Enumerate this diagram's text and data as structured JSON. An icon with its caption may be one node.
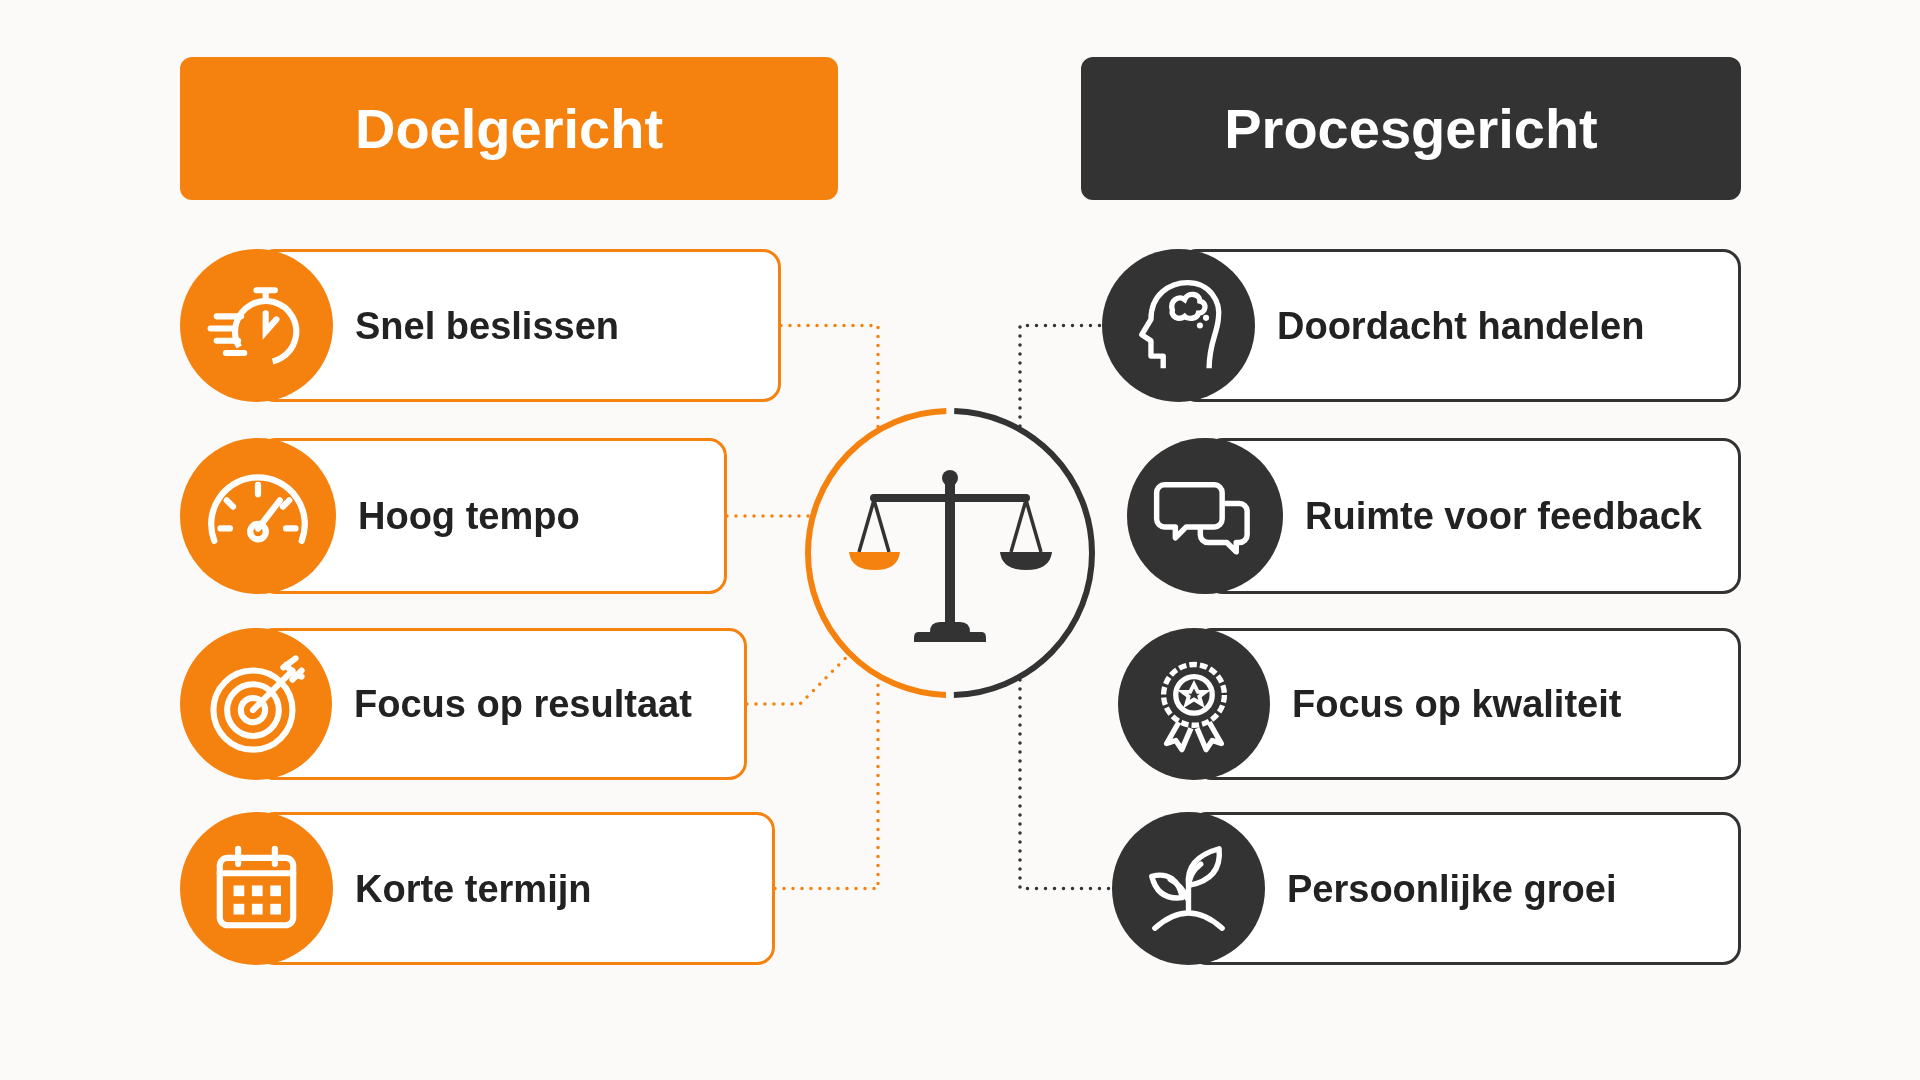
{
  "diagram": {
    "nodes": [
      {
        "text": [
          "Doelgericht"
        ]
      },
      {
        "text": [
          "Procesgericht"
        ]
      },
      {
        "text": [
          "Snel beslissen"
        ]
      },
      {
        "text": [
          "Hoog tempo"
        ]
      },
      {
        "text": [
          "Focus op resultaat"
        ]
      },
      {
        "text": [
          "Korte termijn"
        ]
      },
      {
        "text": [],
        "shape": "circle"
      },
      {
        "text": [
          "Doordacht handelen"
        ]
      },
      {
        "text": [
          "Ruimte voor feedback"
        ]
      },
      {
        "text": [
          "Focus op kwaliteit"
        ]
      },
      {
        "text": [
          "Persoonlijke groei"
        ]
      }
    ],
    "edges": [
      {
        "from": 2,
        "to": 6,
        "arrow": "none"
      },
      {
        "from": 3,
        "to": 6,
        "arrow": "none"
      },
      {
        "from": 4,
        "to": 6,
        "arrow": "none"
      },
      {
        "from": 5,
        "to": 6,
        "arrow": "none"
      },
      {
        "from": 6,
        "to": 7,
        "arrow": "none",
        "color": "#333333"
      },
      {
        "from": 6,
        "to": 10,
        "arrow": "none",
        "color": "#333333"
      }
    ]
  }
}
